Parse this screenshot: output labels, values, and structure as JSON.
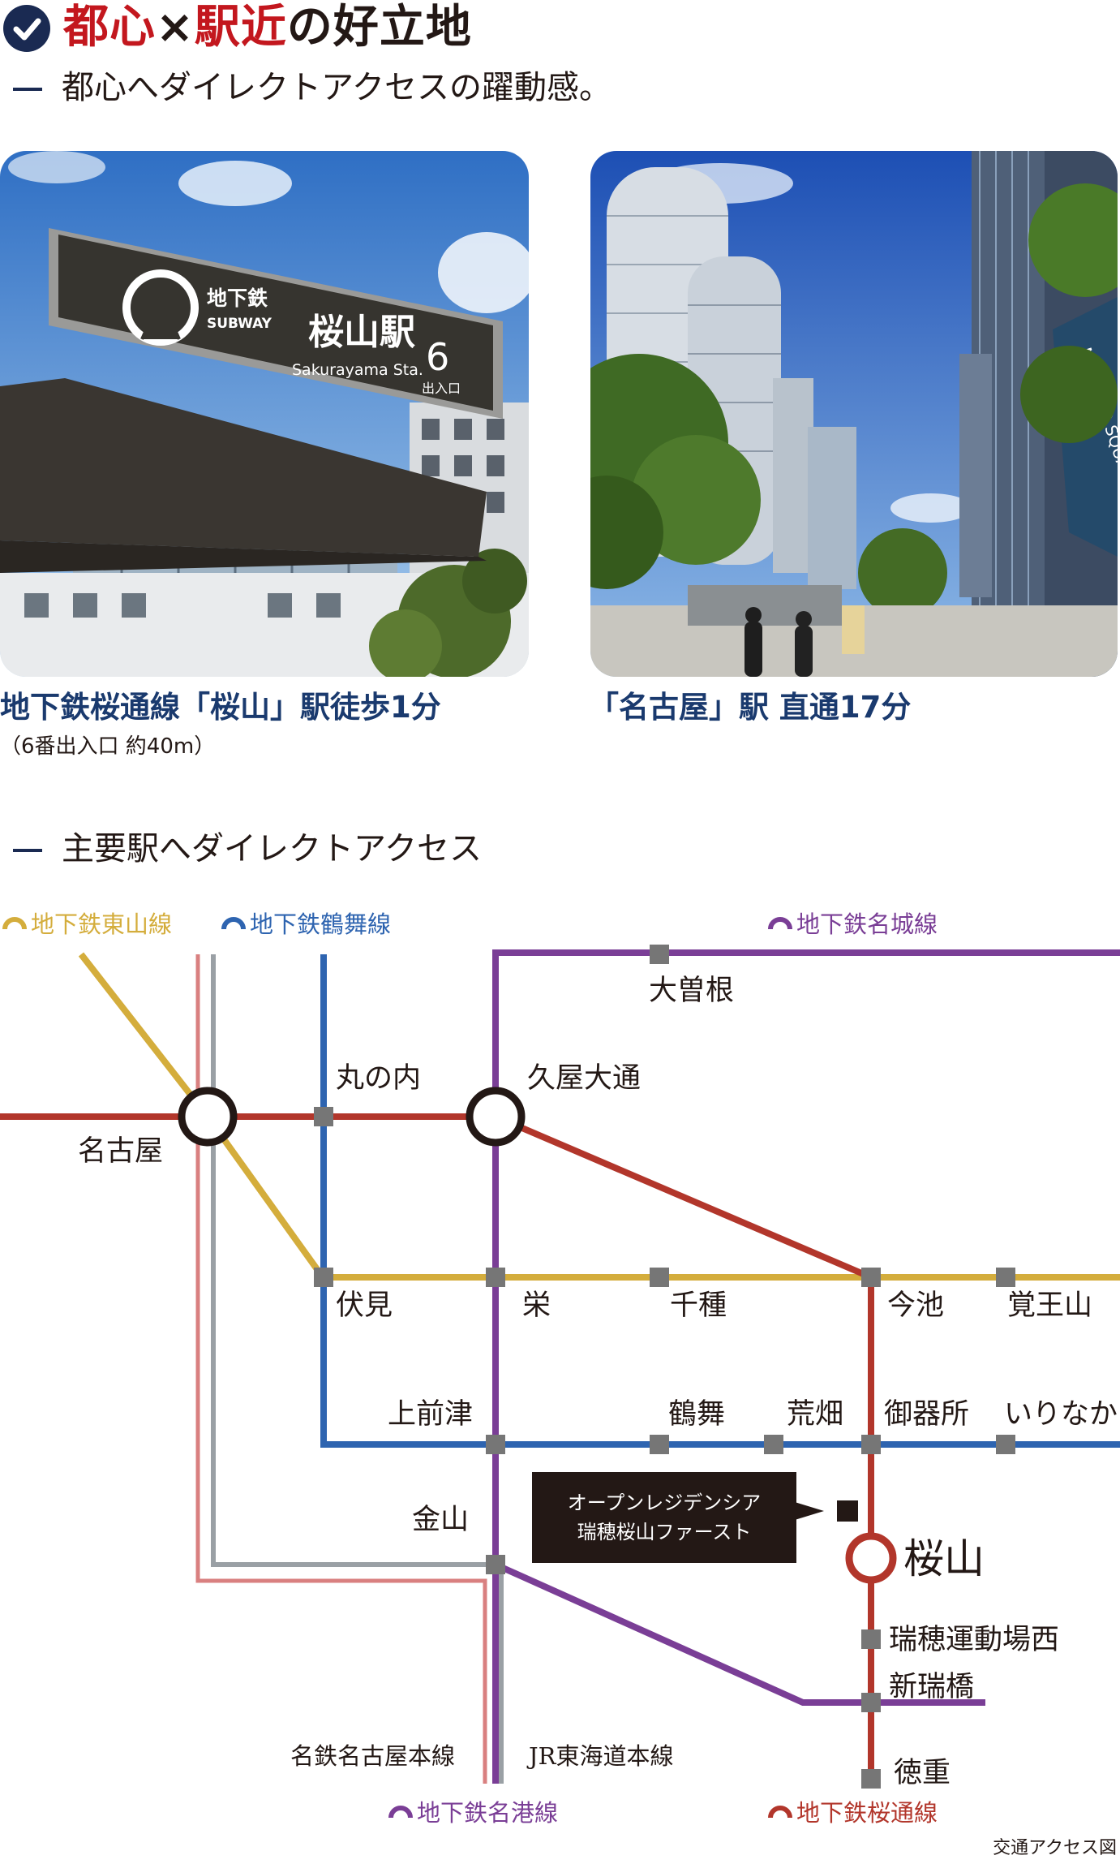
{
  "headline": {
    "part1": "都心",
    "part2": "×",
    "part3": "駅近",
    "part4": "の好立地"
  },
  "subheading1": "都心へダイレクトアクセスの躍動感。",
  "photos": [
    {
      "sign_line": "地下鉄",
      "sign_subway": "SUBWAY",
      "sign_station": "桜山駅",
      "sign_romaji": "Sakurayama Sta.",
      "sign_exit_no": "6",
      "sign_exit_label": "出入口",
      "caption": "地下鉄桜通線「桜山」駅徒歩1分",
      "note": "（6番出入口 約40m）"
    },
    {
      "building_text": "MIDLAND SQUARE",
      "caption": "「名古屋」駅 直通17分"
    }
  ],
  "subheading2": "主要駅へダイレクトアクセス",
  "map": {
    "lines": [
      {
        "name": "地下鉄東山線",
        "color": "#d4ad3c"
      },
      {
        "name": "地下鉄鶴舞線",
        "color": "#2e64b0"
      },
      {
        "name": "地下鉄名城線",
        "color": "#7a3e96"
      },
      {
        "name": "地下鉄名港線",
        "color": "#7a3e96"
      },
      {
        "name": "地下鉄桜通線",
        "color": "#b2362b"
      },
      {
        "name": "名鉄名古屋本線",
        "color": "#d98080"
      },
      {
        "name": "JR東海道本線",
        "color": "#9aa0a5"
      }
    ],
    "stations": {
      "ozone": "大曽根",
      "marunouchi": "丸の内",
      "hisaya": "久屋大通",
      "nagoya": "名古屋",
      "fushimi": "伏見",
      "sakae": "栄",
      "chikusa": "千種",
      "imaike": "今池",
      "kakuozan": "覚王山",
      "kamimaezu": "上前津",
      "tsurumai": "鶴舞",
      "arahata": "荒畑",
      "gokiso": "御器所",
      "irinaka": "いりなか",
      "kanayama": "金山",
      "sakurayama": "桜山",
      "mizuho": "瑞穂運動場西",
      "shinmizuho": "新瑞橋",
      "tokushige": "徳重"
    },
    "property_label_line1": "オープンレジデンシア",
    "property_label_line2": "瑞穂桜山ファースト",
    "note": "交通アクセス図"
  }
}
